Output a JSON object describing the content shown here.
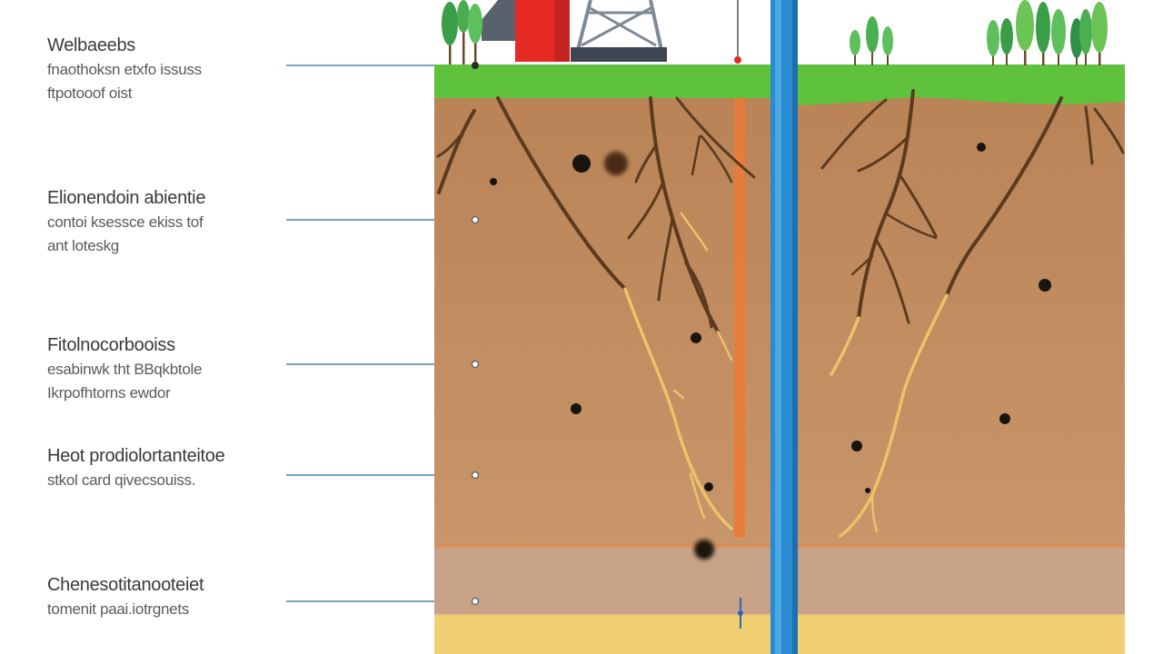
{
  "labels": [
    {
      "title": "Welbaeebs",
      "lines": [
        "fnaothoksn etxfo issuss",
        "ftpotooof oist"
      ]
    },
    {
      "title": "Elionendoin abientie",
      "lines": [
        "contoi ksessce ekiss tof",
        "ant loteskg"
      ]
    },
    {
      "title": "Fitolnocorbooiss",
      "lines": [
        "esabinwk tht BBqkbtole",
        "Ikrpofhtorns ewdor"
      ]
    },
    {
      "title": "Heot prodiolortanteitoe",
      "lines": [
        "stkol card qivecsouiss."
      ]
    },
    {
      "title": "Chenesotitanooteiet",
      "lines": [
        "tomenit paai.iotrgnets"
      ]
    }
  ],
  "colors": {
    "grass": "#5fc23c",
    "soil": "#c08a5e",
    "sand": "#f2cf72",
    "pipe": "#2a8bd0",
    "root": "#5b3a1e",
    "root_light": "#e9c46a",
    "connector": "#4a86a8"
  }
}
